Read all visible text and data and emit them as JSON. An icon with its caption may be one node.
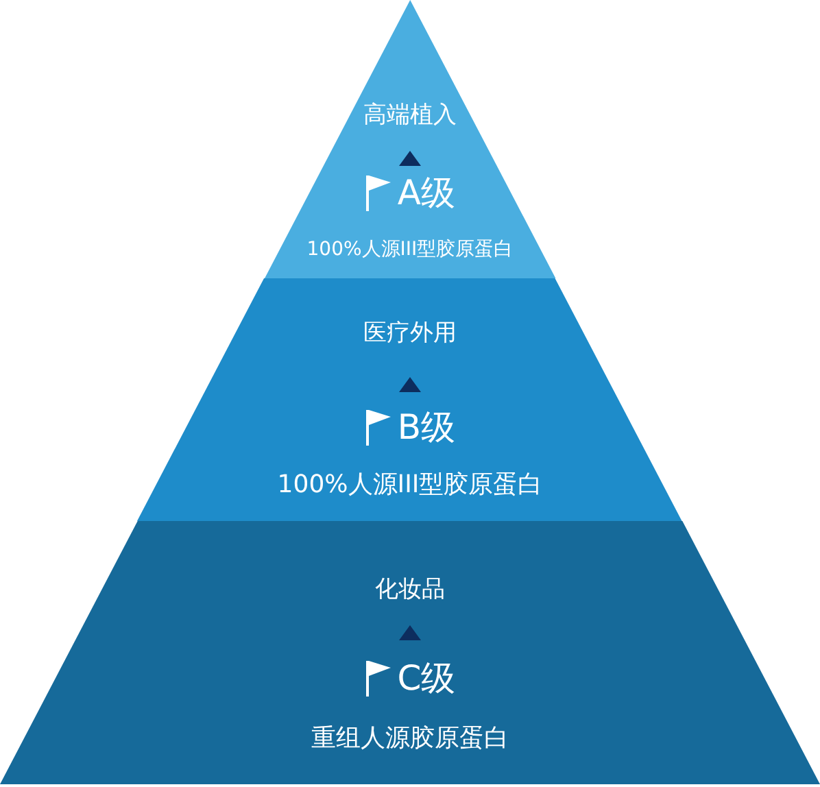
{
  "diagram": {
    "nodes": [
      {
        "text": [
          "高端植入",
          "A级",
          "100%人源III型胶原蛋白"
        ]
      },
      {
        "text": [
          "医疗外用",
          "B级",
          "100%人源III型胶原蛋白"
        ]
      },
      {
        "text": [
          "化妆品",
          "C级",
          "重组人源胶原蛋白"
        ]
      }
    ]
  }
}
